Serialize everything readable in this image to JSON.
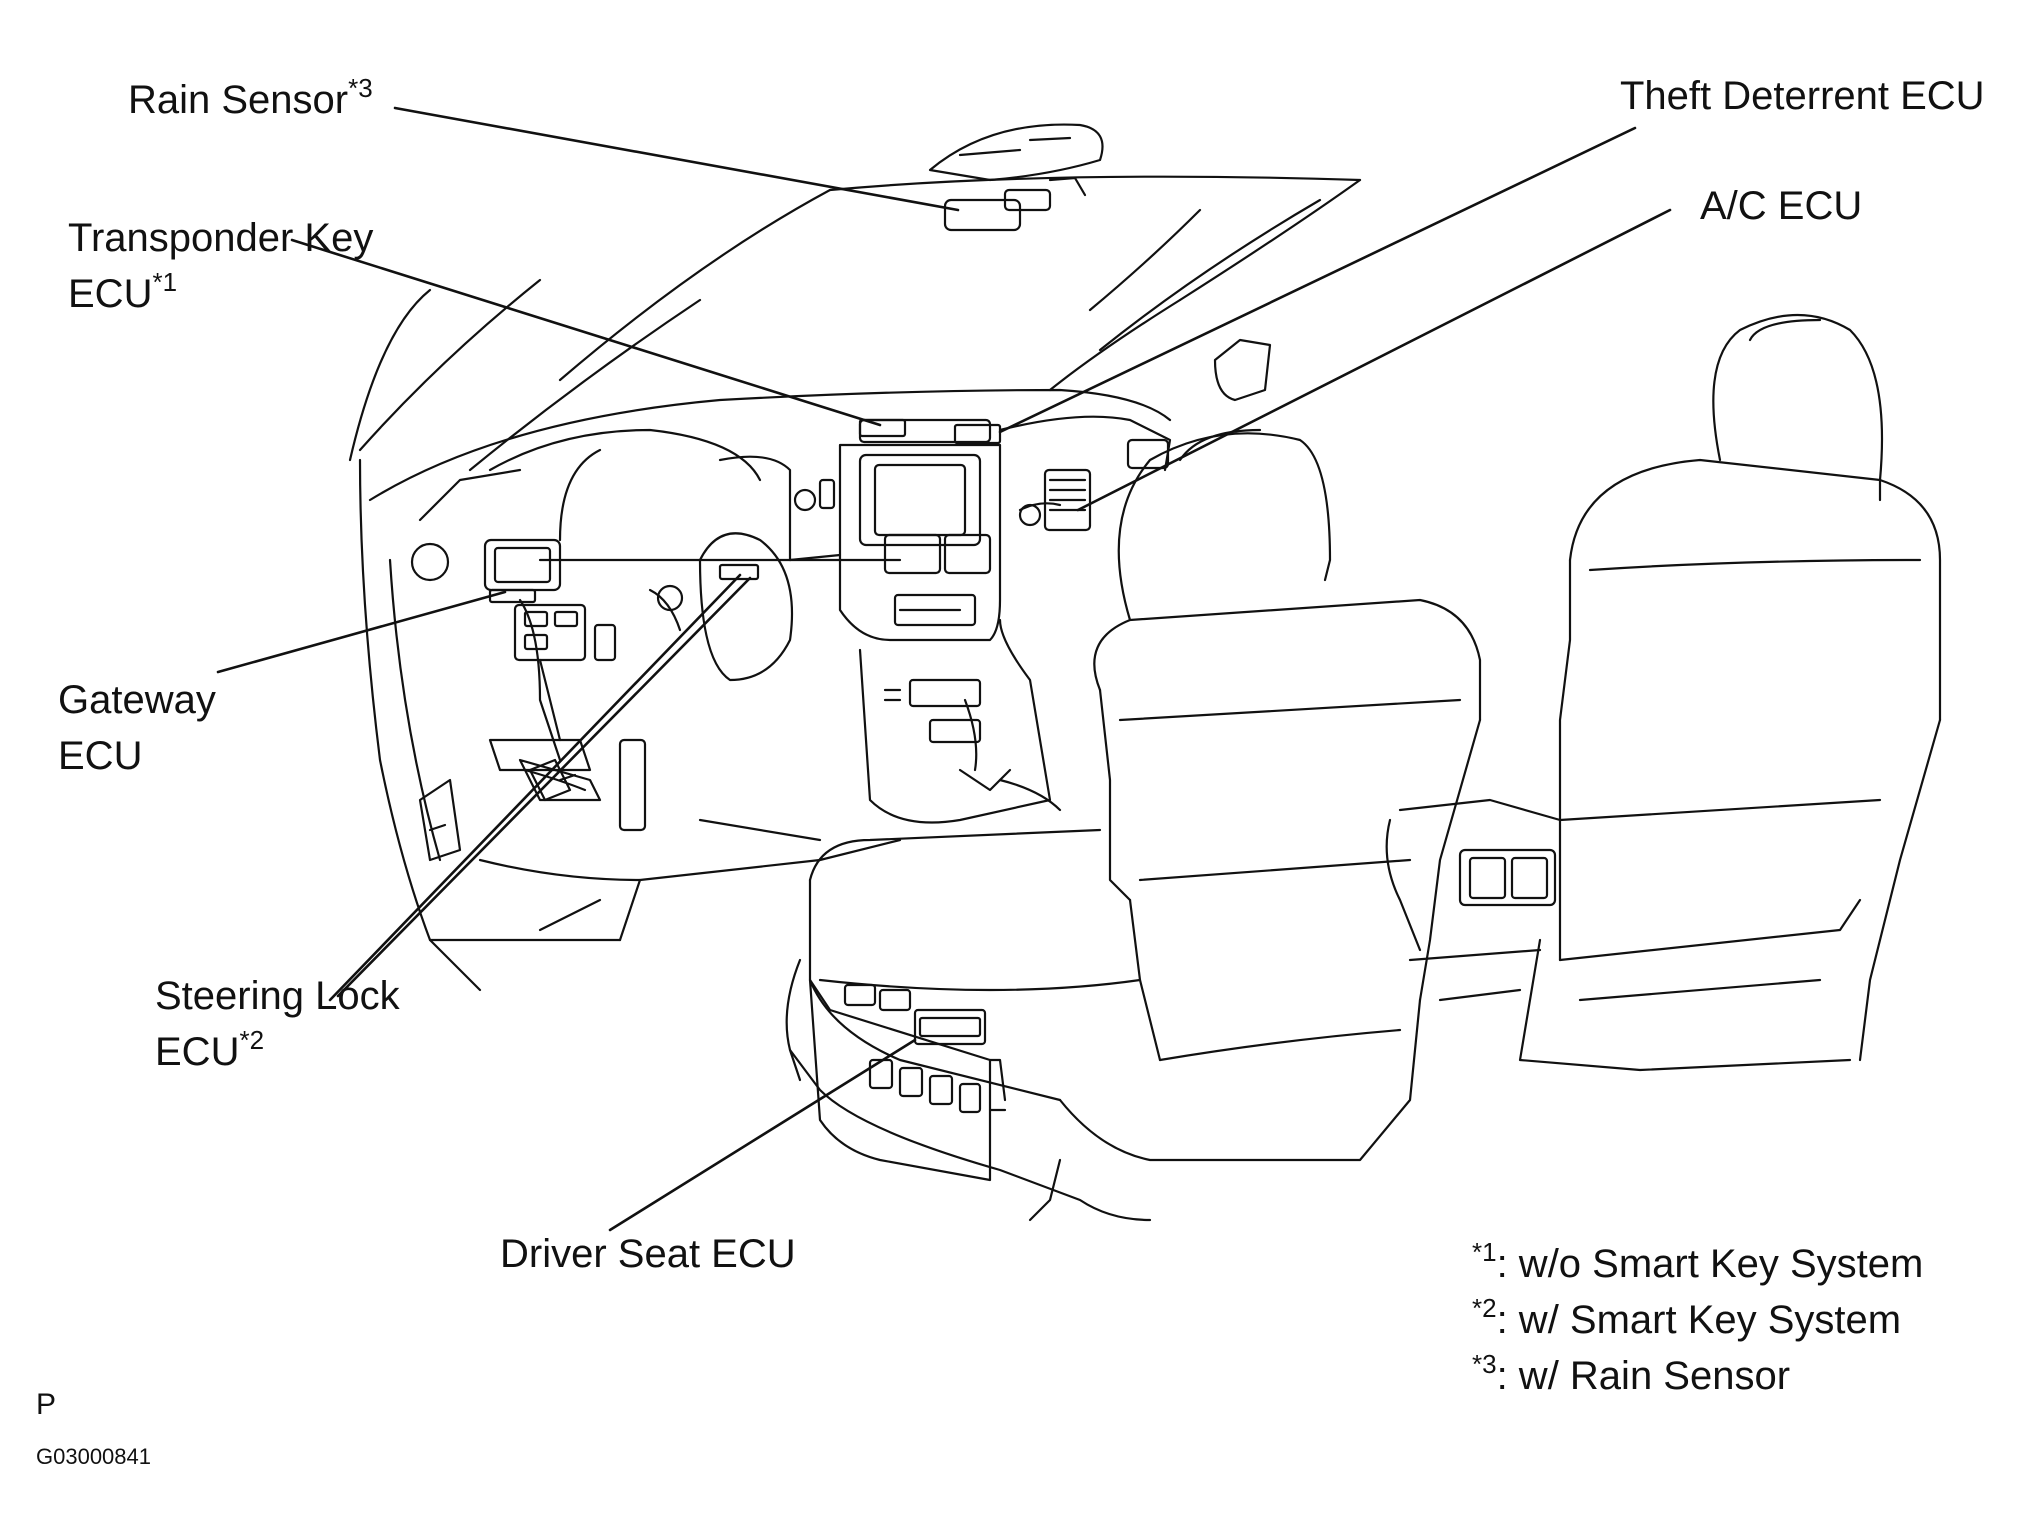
{
  "labels": {
    "rain_sensor": {
      "text": "Rain Sensor",
      "mark": "*3"
    },
    "theft_deterrent_ecu": {
      "text": "Theft Deterrent ECU"
    },
    "ac_ecu": {
      "text": "A/C ECU"
    },
    "transponder_key_ecu": {
      "line1": "Transponder Key",
      "line2": "ECU",
      "mark": "*1"
    },
    "gateway_ecu": {
      "line1": "Gateway",
      "line2": "ECU"
    },
    "steering_lock_ecu": {
      "line1": "Steering Lock",
      "line2": "ECU",
      "mark": "*2"
    },
    "driver_seat_ecu": {
      "text": "Driver Seat ECU"
    }
  },
  "legend": [
    {
      "mark": "*1",
      "text": ": w/o Smart Key System"
    },
    {
      "mark": "*2",
      "text": ": w/ Smart Key System"
    },
    {
      "mark": "*3",
      "text": ": w/ Rain Sensor"
    }
  ],
  "footer": {
    "letter": "P",
    "code": "G03000841"
  },
  "colors": {
    "line": "#111111",
    "background": "#ffffff"
  }
}
